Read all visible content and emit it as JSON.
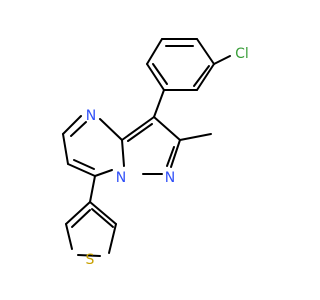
{
  "molecule": {
    "atoms": {
      "cl": {
        "label": "Cl",
        "color": "#3a9e3a"
      },
      "n_pyrimidine": {
        "label": "N",
        "color": "#3050f8"
      },
      "n_bridge": {
        "label": "N",
        "color": "#3050f8"
      },
      "n_pyrazole": {
        "label": "N",
        "color": "#3050f8"
      },
      "s_thiophene": {
        "label": "S",
        "color": "#c8a000"
      }
    },
    "bond_color": "#000000"
  }
}
